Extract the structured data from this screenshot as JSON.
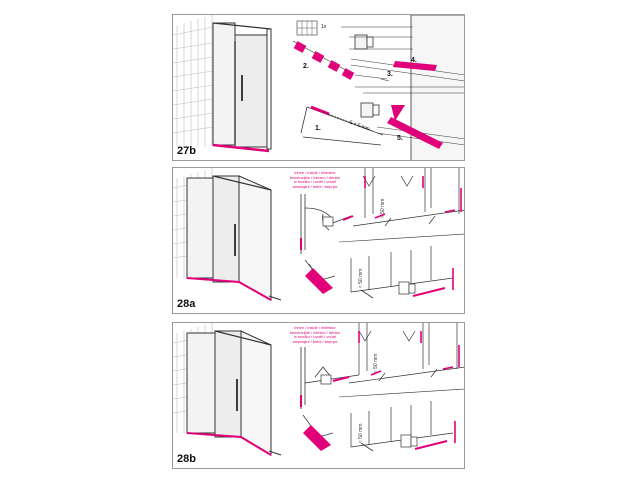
{
  "panels": [
    {
      "step": "27b",
      "markers": [
        "1x",
        "1.",
        "2.",
        "3.",
        "4.",
        "5."
      ],
      "measure": "5 + 5 mm"
    },
    {
      "step": "28a",
      "note_lines": [
        "innen / inside / intérieur",
        "binnenzijde / interno / dentro",
        "w środku / uvnitř / vnútri",
        "wewnątrz / belül / внутри"
      ],
      "dimension": "≈ 50 mm"
    },
    {
      "step": "28b",
      "note_lines": [
        "innen / inside / intérieur",
        "binnenzijde / interno / dentro",
        "w środku / uvnitř / vnútri",
        "wewnątrz / belül / внутри"
      ],
      "dimension": "≈ 50 mm"
    }
  ],
  "colors": {
    "accent": "#e2007a",
    "line": "#333333",
    "tile": "#bbbbbb",
    "glass": "#f1f1f1"
  }
}
